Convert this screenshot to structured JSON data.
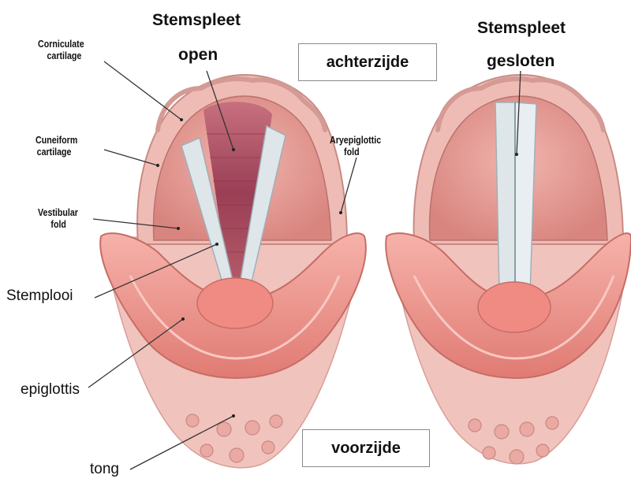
{
  "title_left": "Stemspleet",
  "title_left_sub": "open",
  "title_right": "Stemspleet",
  "title_right_sub": "gesloten",
  "box_top": "achterzijde",
  "box_bottom": "voorzijde",
  "labels": {
    "corniculate_1": "Corniculate",
    "corniculate_2": "cartilage",
    "cuneiform_1": "Cuneiform",
    "cuneiform_2": "cartilage",
    "vestibular_1": "Vestibular",
    "vestibular_2": "fold",
    "aryepiglottic_1": "Aryepiglottic",
    "aryepiglottic_2": "fold",
    "stemplooi": "Stemplooi",
    "epiglottis": "epiglottis",
    "tong": "tong"
  },
  "colors": {
    "tissue_outer": "#e9a7a3",
    "tissue_inner": "#e2948f",
    "rim": "#f2c3bd",
    "vocal_fold": "#dfe6ea",
    "trachea": "#a85063",
    "epiglottis": "#ee8a80",
    "tongue": "#f3c6c0"
  }
}
